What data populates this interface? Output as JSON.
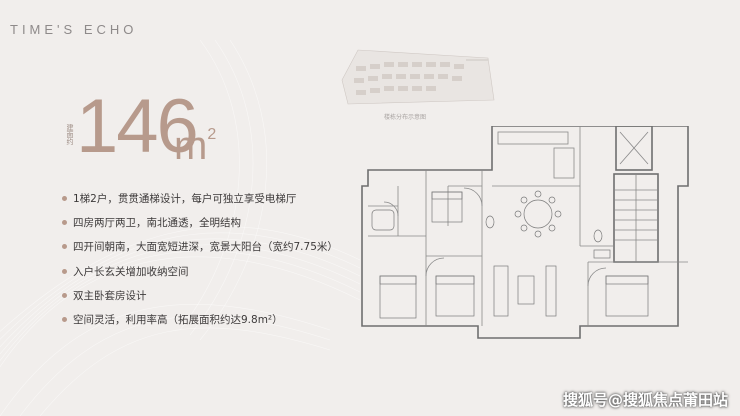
{
  "header": {
    "title": "TIME'S ECHO"
  },
  "unit": {
    "area_label": "建面约",
    "area_value": "146",
    "area_unit": "m"
  },
  "features": [
    "1梯2户，贯贯通梯设计，每户可独立享受电梯厅",
    "四房两厅两卫，南北通透，全明结构",
    "四开间朝南，大面宽短进深，宽景大阳台（宽约7.75米）",
    "入户长玄关增加收纳空间",
    "双主卧套房设计",
    "空间灵活，利用率高（拓展面积约达9.8m²）"
  ],
  "site_plan": {
    "caption": "楼栋分布示意图"
  },
  "watermark": "搜狐号@搜狐焦点莆田站",
  "colors": {
    "accent": "#b79a8c",
    "background": "#f1eeec",
    "plan_line": "#6f6f6f"
  }
}
